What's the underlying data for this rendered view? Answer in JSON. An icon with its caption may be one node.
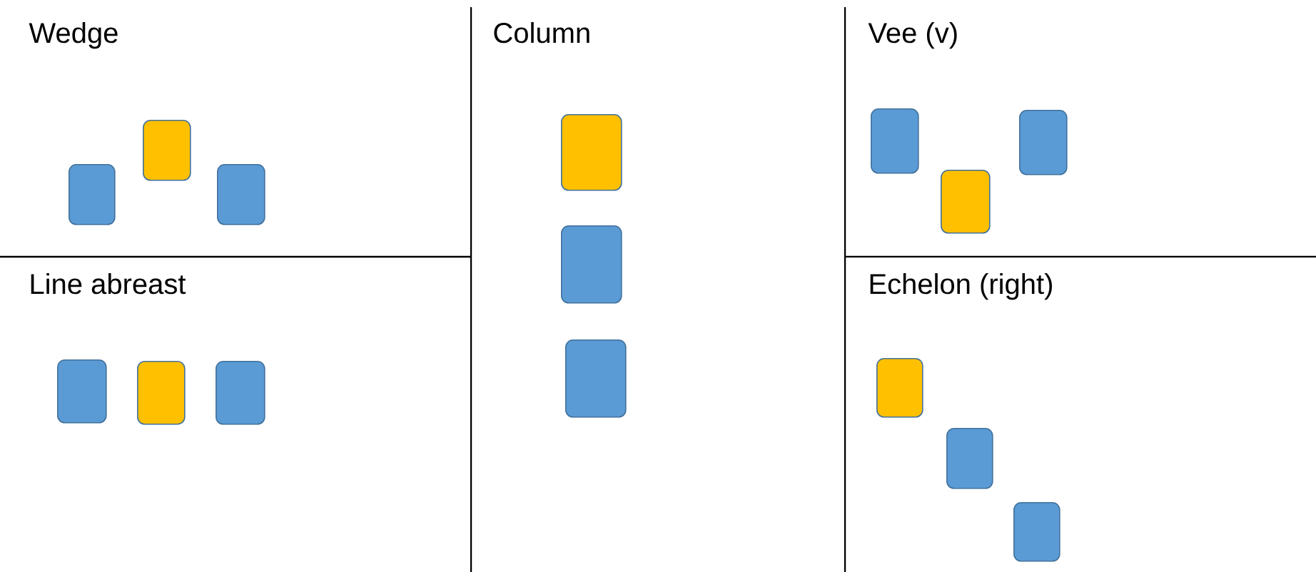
{
  "diagram": {
    "nodes": [
      {
        "text": [],
        "shape": "box"
      },
      {
        "text": [],
        "shape": "box"
      },
      {
        "text": [],
        "shape": "box"
      },
      {
        "text": [],
        "shape": "box"
      },
      {
        "text": [],
        "shape": "box"
      },
      {
        "text": [],
        "shape": "box"
      },
      {
        "text": [],
        "shape": "box"
      },
      {
        "text": [],
        "shape": "box"
      },
      {
        "text": [],
        "shape": "box"
      },
      {
        "text": [],
        "shape": "box"
      },
      {
        "text": [],
        "shape": "box"
      },
      {
        "text": [],
        "shape": "box"
      },
      {
        "text": [],
        "shape": "box"
      },
      {
        "text": [],
        "shape": "box"
      },
      {
        "text": [],
        "shape": "box"
      }
    ],
    "labels": [
      "Wedge",
      "Column",
      "Vee (v)",
      "Line abreast",
      "Echelon (right)"
    ]
  }
}
